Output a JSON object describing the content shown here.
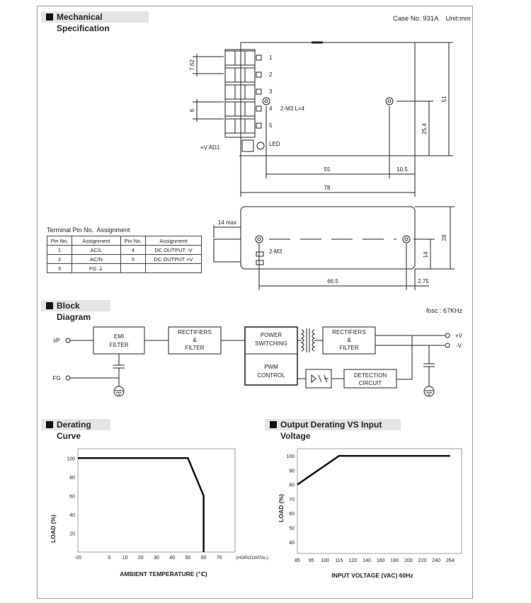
{
  "mechanical": {
    "title": "Mechanical Specification",
    "case_info": "Case No. 931A    Unit:mm",
    "terminal_numbers": [
      "1",
      "2",
      "3",
      "4",
      "5"
    ],
    "dims": {
      "pitch": "7.62",
      "pin_gap": "6",
      "screw": "2-M3 L=4",
      "vadj": "+V ADJ.",
      "led": "LED",
      "d51": "51",
      "d254": "25.4",
      "d55": "55",
      "d105": "10.5",
      "d78": "78",
      "d14max": "14 max",
      "d28": "28",
      "d14": "14",
      "m3": "2-M3",
      "d665": "66.5",
      "d275": "2.75"
    },
    "pin_table": {
      "caption": "Terminal Pin No.  Assignment",
      "headers": [
        "Pin No.",
        "Assignment",
        "Pin No.",
        "Assignment"
      ],
      "rows": [
        [
          "1",
          "AC/L",
          "4",
          "DC OUTPUT -V"
        ],
        [
          "2",
          "AC/N",
          "5",
          "DC OUTPUT +V"
        ],
        [
          "3",
          "FG ⏚",
          "",
          ""
        ]
      ]
    }
  },
  "block": {
    "title": "Block Diagram",
    "fosc": "fosc : 67KHz",
    "ip": "I/P",
    "fg": "FG",
    "emi": [
      "EMI",
      "FILTER"
    ],
    "rect1": [
      "RECTIFIERS",
      "&",
      "FILTER"
    ],
    "power": [
      "POWER",
      "SWITCHING"
    ],
    "pwm": [
      "PWM",
      "CONTROL"
    ],
    "rect2": [
      "RECTIFIERS",
      "&",
      "FILTER"
    ],
    "detection": [
      "DETECTION",
      "CIRCUIT"
    ],
    "out_pos": "+V",
    "out_neg": "-V"
  },
  "derating": {
    "title": "Derating Curve",
    "chart_data": {
      "type": "line",
      "x": [
        -20,
        50,
        60,
        60
      ],
      "y": [
        100,
        100,
        60,
        0
      ],
      "xticks": [
        "-20",
        "0",
        "10",
        "20",
        "30",
        "40",
        "50",
        "60",
        "70"
      ],
      "xtick_values": [
        -20,
        0,
        10,
        20,
        30,
        40,
        50,
        60,
        70
      ],
      "yticks": [
        "100",
        "80",
        "60",
        "40",
        "20"
      ],
      "ytick_values": [
        100,
        80,
        60,
        40,
        20
      ],
      "xlim": [
        -20,
        80
      ],
      "ylim": [
        0,
        110
      ],
      "xlabel": "AMBIENT TEMPERATURE (℃)",
      "ylabel": "LOAD (%)",
      "x_extra": "(HORIZONTAL)"
    }
  },
  "output_derating": {
    "title": "Output Derating VS Input Voltage",
    "chart_data": {
      "type": "line",
      "x": [
        85,
        115,
        264
      ],
      "y": [
        80,
        100,
        100
      ],
      "xticks": [
        "85",
        "95",
        "100",
        "115",
        "120",
        "140",
        "160",
        "180",
        "200",
        "220",
        "240",
        "264"
      ],
      "yticks": [
        "100",
        "90",
        "80",
        "70",
        "60",
        "50",
        "40"
      ],
      "ytick_values": [
        100,
        90,
        80,
        70,
        60,
        50,
        40
      ],
      "ylim": [
        32,
        105
      ],
      "xlabel": "INPUT VOLTAGE (VAC) 60Hz",
      "ylabel": "LOAD (%)"
    }
  },
  "colors": {
    "line": "#111111",
    "section_bg": "#e4e4e4"
  }
}
